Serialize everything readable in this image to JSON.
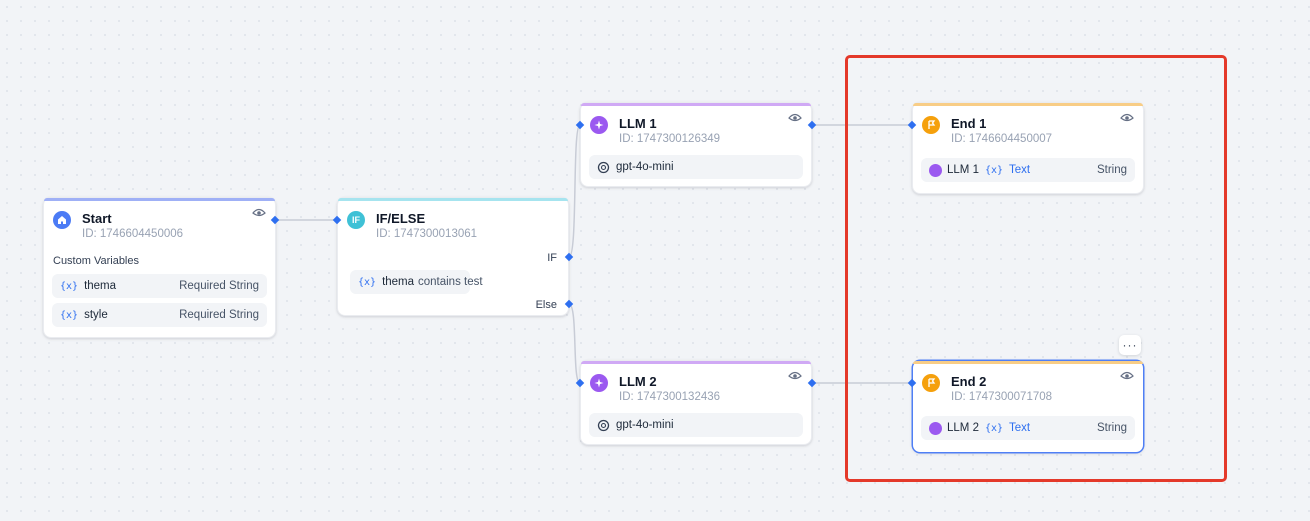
{
  "nodes": {
    "start": {
      "title": "Start",
      "id": "ID: 1746604450006",
      "section": "Custom Variables",
      "vars": [
        {
          "icon": "{x}",
          "name": "thema",
          "type": "Required String"
        },
        {
          "icon": "{x}",
          "name": "style",
          "type": "Required String"
        }
      ]
    },
    "ifelse": {
      "badge": "IF",
      "title": "IF/ELSE",
      "id": "ID: 1747300013061",
      "if_label": "IF",
      "else_label": "Else",
      "condition": {
        "icon": "{x}",
        "var": "thema",
        "op": "contains test"
      }
    },
    "llm1": {
      "title": "LLM 1",
      "id": "ID: 1747300126349",
      "model": "gpt-4o-mini"
    },
    "llm2": {
      "title": "LLM 2",
      "id": "ID: 1747300132436",
      "model": "gpt-4o-mini"
    },
    "end1": {
      "title": "End 1",
      "id": "ID: 1746604450007",
      "output": {
        "node": "LLM 1",
        "icon": "{x}",
        "var": "Text",
        "type": "String"
      }
    },
    "end2": {
      "title": "End 2",
      "id": "ID: 1747300071708",
      "output": {
        "node": "LLM 2",
        "icon": "{x}",
        "var": "Text",
        "type": "String"
      }
    }
  },
  "more_menu": "···",
  "colors": {
    "start": "#4b7bf5",
    "ifelse": "#3fc1d6",
    "llm": "#9b59f0",
    "end": "#f5a00c",
    "selection": "#4f7ff5",
    "highlight": "#e4392a"
  }
}
